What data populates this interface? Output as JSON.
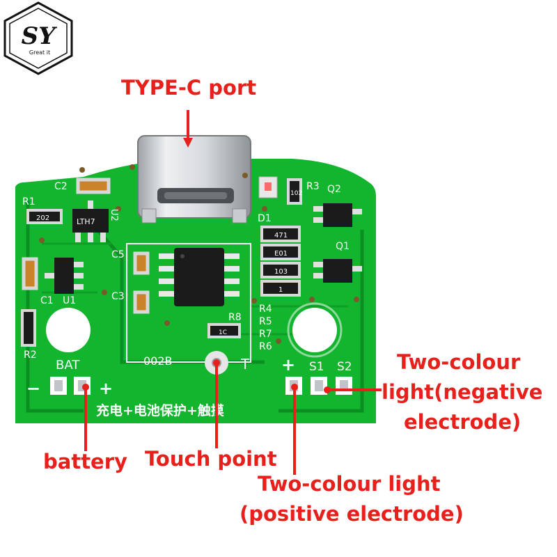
{
  "logo": {
    "monogram": "SY",
    "tagline": "Great it"
  },
  "callouts": {
    "type_c": "TYPE-C port",
    "battery": "battery",
    "touch": "Touch point",
    "light_neg_1": "Two-colour",
    "light_neg_2": "light(negative",
    "light_neg_3": "electrode)",
    "light_pos_1": "Two-colour light",
    "light_pos_2": "(positive electrode)"
  },
  "silkscreen": {
    "c2": "C2",
    "r1": "R1",
    "r202": "202",
    "u2": "U2",
    "lth7": "LTH7",
    "c5": "C5",
    "c3": "C3",
    "c1": "C1",
    "u1": "U1",
    "r2": "R2",
    "r3": "R3",
    "q2": "Q2",
    "q1": "Q1",
    "d1": "D1",
    "r102": "102",
    "r4": "R4",
    "r5": "R5",
    "r7": "R7",
    "r6": "R6",
    "r8": "R8",
    "v471": "471",
    "v01": "E01",
    "v103": "103",
    "v1": "1",
    "r1c": "1C",
    "board_id": "002B",
    "bat": "BAT",
    "minus": "−",
    "plus": "+",
    "t": "T",
    "plus2": "+",
    "s1": "S1",
    "s2": "S2",
    "chinese": "充电+电池保护+触摸"
  },
  "colors": {
    "pcb": "#12b52d",
    "pcb_dark": "#0c8f22",
    "callout": "#e8201c",
    "silk": "#ffffff",
    "pad": "#dfe3e2",
    "chip": "#1b1b1b"
  }
}
